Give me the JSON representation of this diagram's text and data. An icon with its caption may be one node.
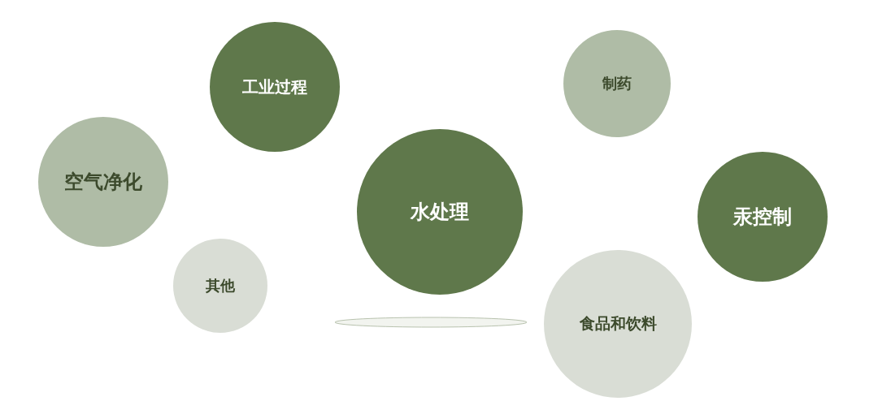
{
  "diagram": {
    "nodes": [
      {
        "text": [
          "工业过程"
        ]
      },
      {
        "text": [
          "制药"
        ]
      },
      {
        "text": [
          "空气净化"
        ]
      },
      {
        "text": [
          "水处理"
        ]
      },
      {
        "text": [
          "汞控制"
        ]
      },
      {
        "text": [
          "其他"
        ]
      },
      {
        "text": [
          "食品和饮料"
        ]
      }
    ]
  }
}
